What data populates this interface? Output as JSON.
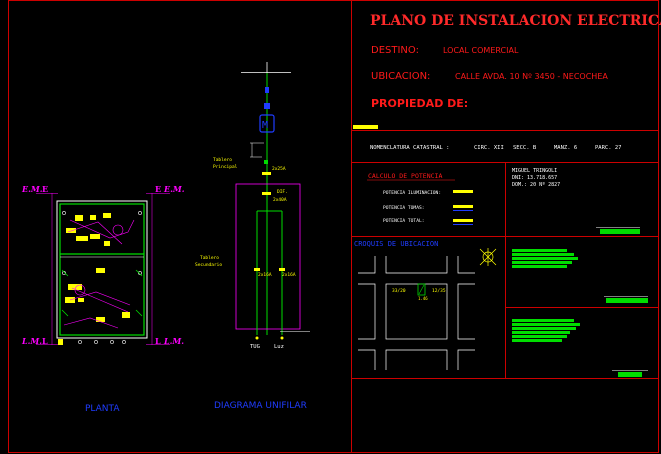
{
  "title_block": {
    "title": "PLANO DE INSTALACION ELECTRICA",
    "destino_label": "DESTINO:",
    "destino_value": "LOCAL COMERCIAL",
    "ubicacion_label": "UBICACION:",
    "ubicacion_value": "CALLE AVDA. 10 Nº 3450 - NECOCHEA",
    "propiedad_label": "PROPIEDAD DE:",
    "catastral": {
      "label": "NOMENCLATURA CATASTRAL :",
      "circ": "CIRC. XII",
      "secc": "SECC. B",
      "manz": "MANZ. 6",
      "parc": "PARC. 27"
    },
    "calculo": {
      "title": "CALCULO DE POTENCIA",
      "rows": [
        "POTENCIA ILUMINACION:",
        "POTENCIA TOMAS:",
        "POTENCIA TOTAL:"
      ]
    },
    "owner": {
      "name": "MIGUEL TRINGOLI",
      "dni": "DNI: 13.718.657",
      "dom": "DOM.: 20 Nº 2827"
    },
    "croquis": {
      "title": "CROQUIS DE UBICACION",
      "street_left": "33/20",
      "street_right": "12/35",
      "street_bottom": "1.46"
    }
  },
  "drawing": {
    "plan_label": "PLANTA",
    "diagram_label": "DIAGRAMA UNIFILAR",
    "em": "E.M.",
    "lm": "L.M.",
    "tablero_principal_1": "Tablero",
    "tablero_principal_2": "Principal",
    "tablero_secundario_1": "Tablero",
    "tablero_secundario_2": "Secundario",
    "breaker_main": "2x25A",
    "diff_label": "DIF.",
    "diff_value": "2x40A",
    "breaker_left": "2x16A",
    "breaker_right": "2x16A",
    "tug": "TUG",
    "luz": "Luz",
    "meter": "M"
  },
  "colors": {
    "frame": "#cc0000",
    "title": "#ff2a2a",
    "label": "#1f3cff",
    "dim": "#ff00ff",
    "accent": "#ffff00",
    "green": "#00dd00",
    "cyan": "#00ffff",
    "white": "#ffffff"
  }
}
